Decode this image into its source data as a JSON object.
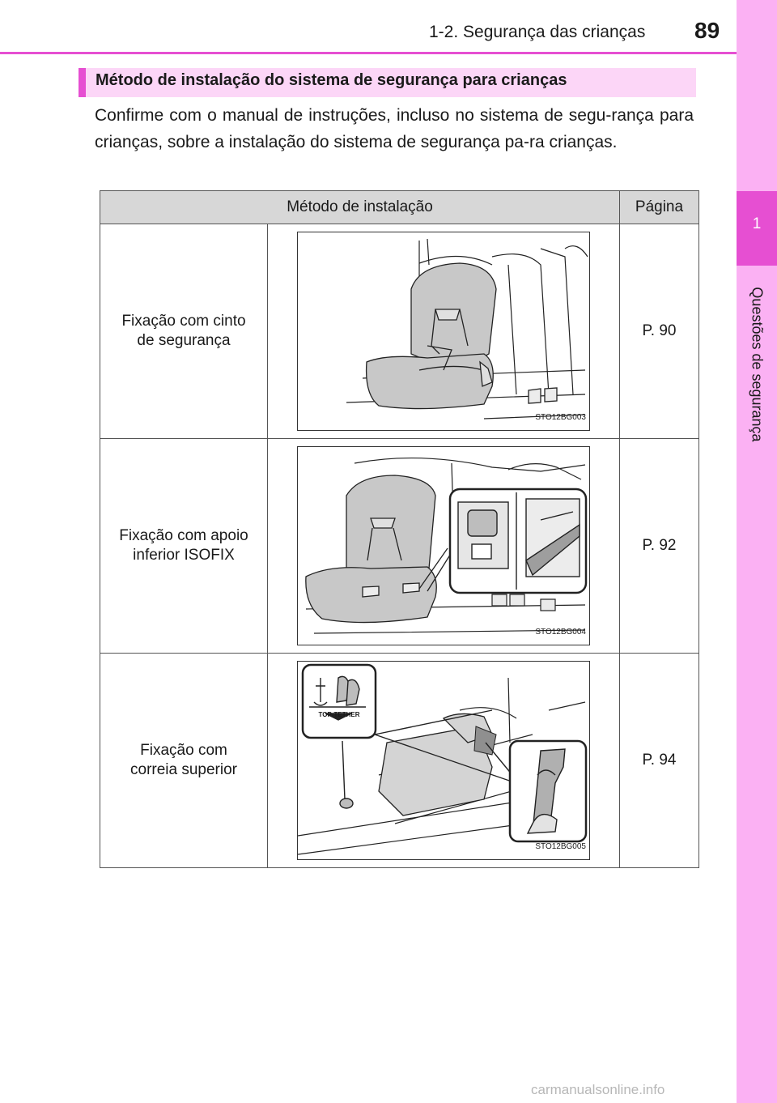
{
  "header": {
    "section": "1-2. Segurança das crianças",
    "page_number": "89"
  },
  "side_tab": {
    "chapter": "1",
    "label": "Questões de segurança"
  },
  "section_title": "Método de instalação do sistema de segurança para crianças",
  "intro": "Confirme com o manual de instruções, incluso no sistema de segu-rança para crianças, sobre a instalação do sistema de segurança pa-ra crianças.",
  "table": {
    "headers": [
      "Método de instalação",
      "Página"
    ],
    "rows": [
      {
        "method_line1": "Fixação com cinto",
        "method_line2": "de segurança",
        "figure_code": "STO12BG003",
        "page": "P. 90"
      },
      {
        "method_line1": "Fixação com apoio",
        "method_line2": "inferior ISOFIX",
        "figure_code": "STO12BG004",
        "page": "P. 92"
      },
      {
        "method_line1": "Fixação com",
        "method_line2": "correia superior",
        "figure_code": "STO12BG005",
        "page": "P. 94",
        "badge": "TOP-TETHER"
      }
    ]
  },
  "watermark": "carmanualsonline.info"
}
